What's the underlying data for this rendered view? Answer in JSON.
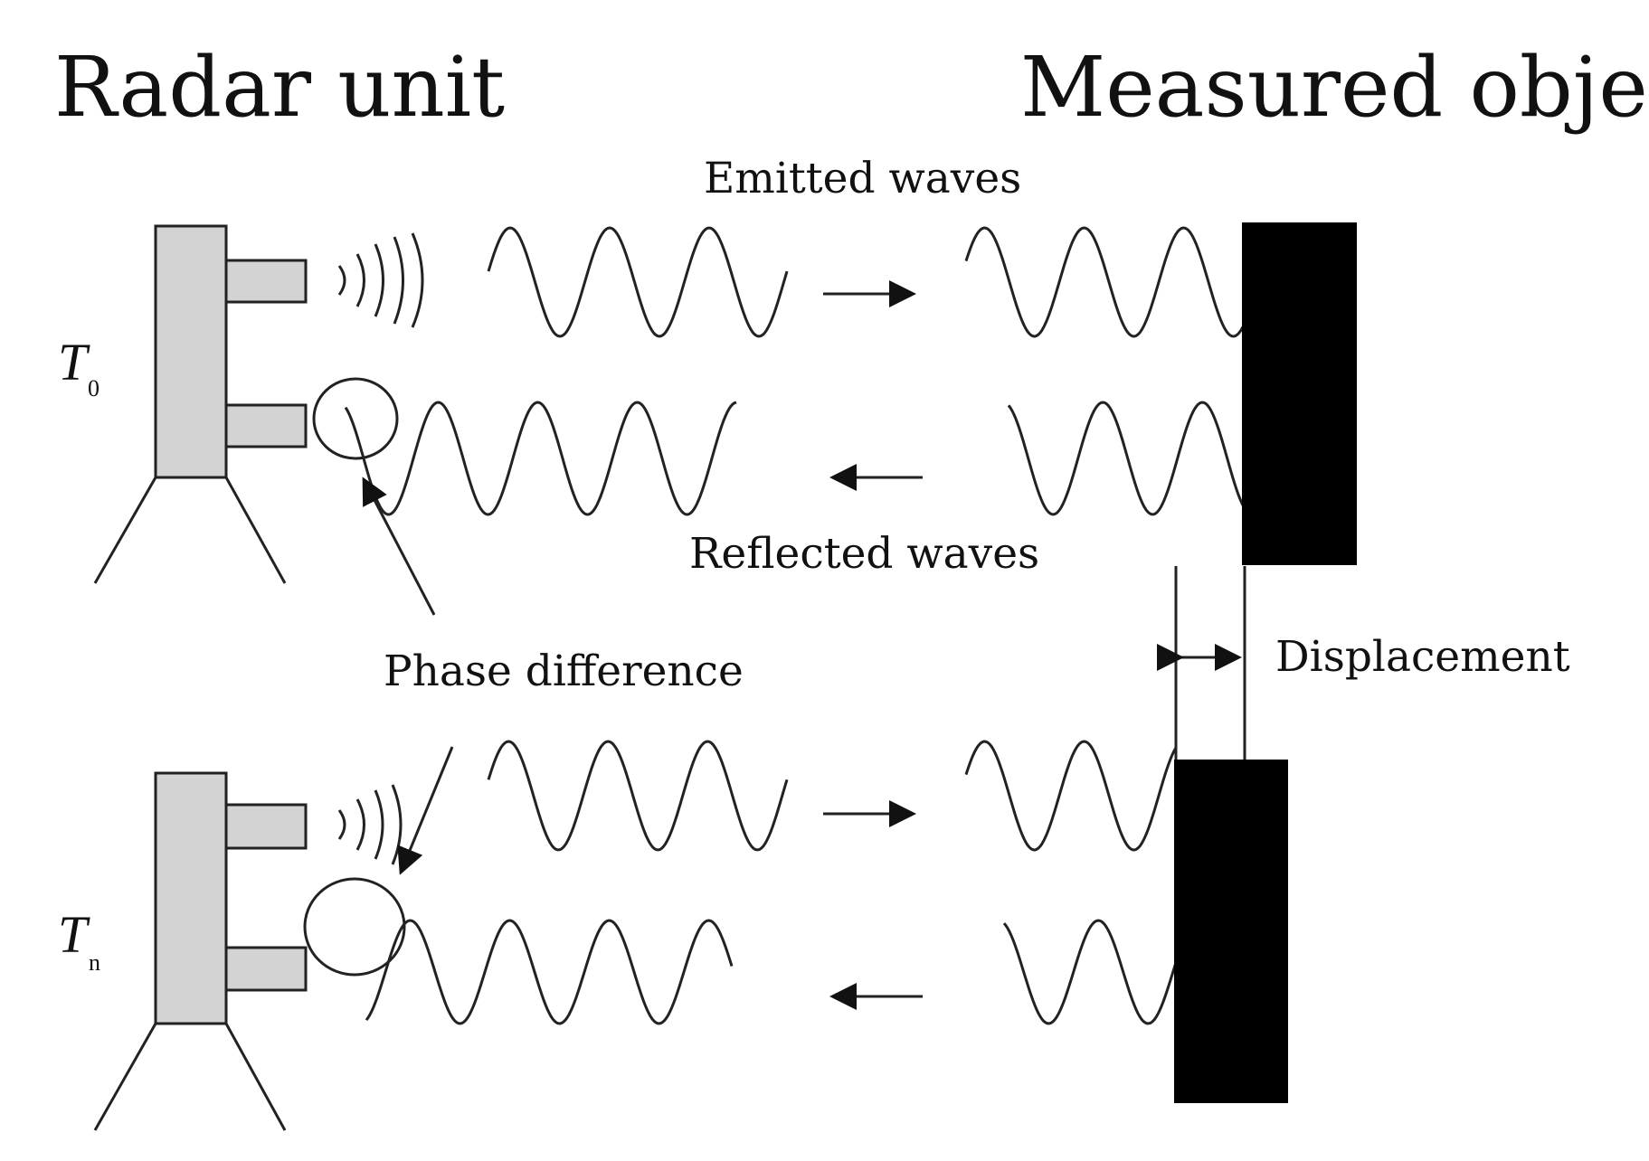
{
  "titles": {
    "left": "Radar unit",
    "right": "Measured object"
  },
  "labels": {
    "emitted": "Emitted waves",
    "reflected": "Reflected waves",
    "phase_difference": "Phase difference",
    "displacement": "Displacement"
  },
  "time_labels": {
    "t0_main": "T",
    "t0_sub": "0",
    "tn_main": "T",
    "tn_sub": "n"
  },
  "colors": {
    "radar_body": "#d3d3d3",
    "object": "#000000",
    "ink": "#111111"
  },
  "icons": {
    "emit_arrow": "arrow-right-icon",
    "reflect_arrow": "arrow-left-icon",
    "displacement_arrow": "double-arrow-icon"
  }
}
